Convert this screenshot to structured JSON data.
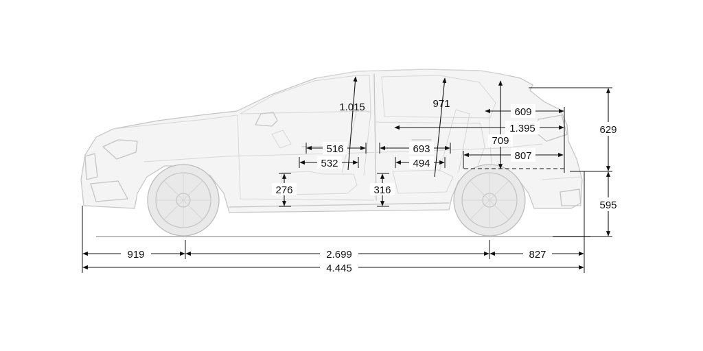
{
  "dimensions": {
    "headroom_front": "1.015",
    "headroom_rear": "971",
    "cargo_top_length": "609",
    "cargo_length_mid": "1.395",
    "cargo_height": "709",
    "cargo_floor_length": "807",
    "front_seat_depth": "516",
    "front_seat_cushion": "532",
    "rear_seat_depth": "693",
    "rear_seat_cushion": "494",
    "front_seat_height": "276",
    "rear_seat_height": "316",
    "upper_height": "629",
    "lower_height": "595",
    "front_overhang": "919",
    "wheelbase": "2.699",
    "rear_overhang": "827",
    "total_length": "4.445"
  }
}
